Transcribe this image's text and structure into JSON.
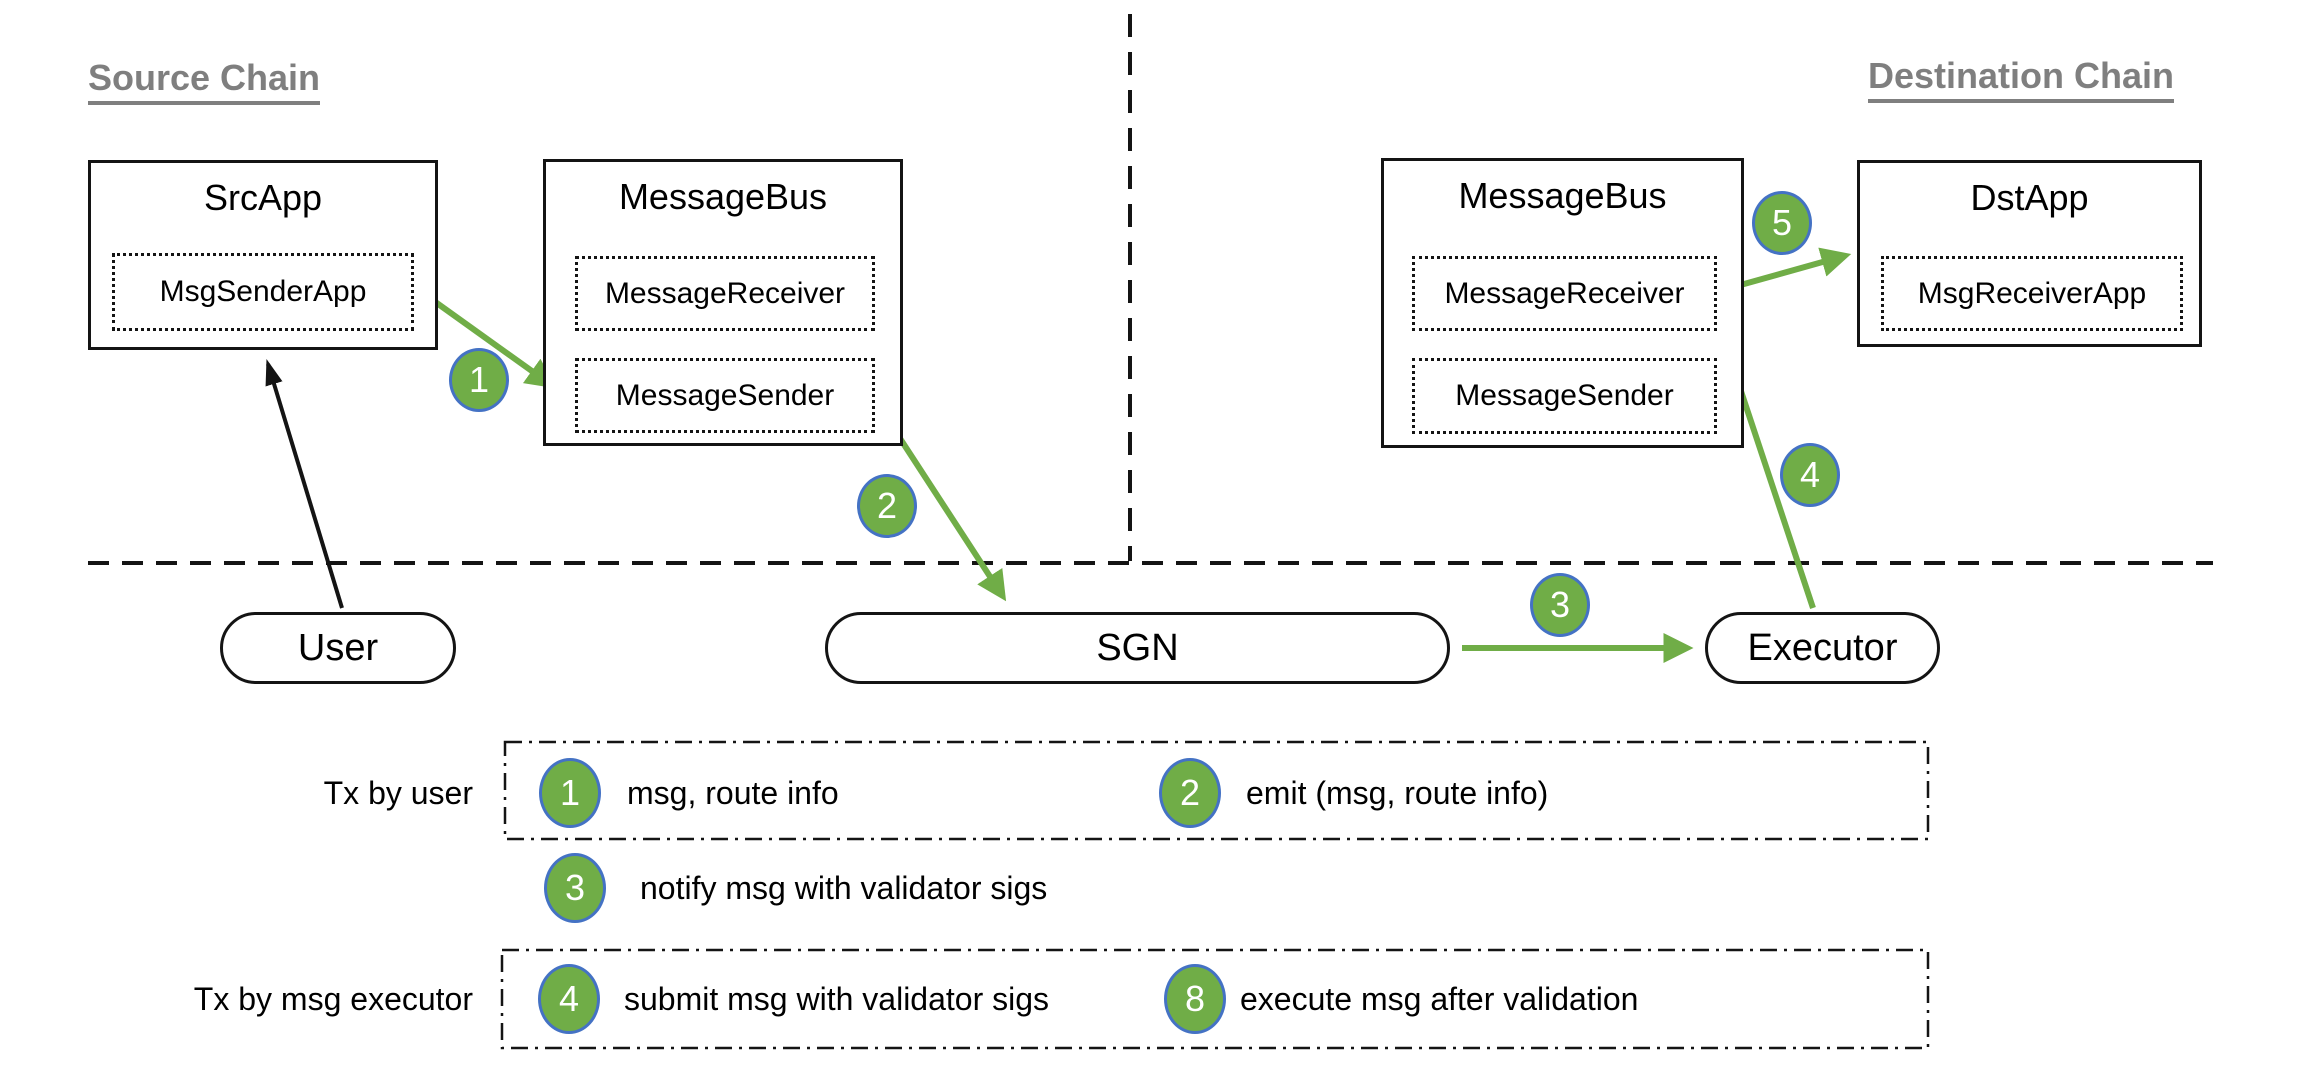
{
  "headers": {
    "source": "Source Chain",
    "destination": "Destination Chain"
  },
  "colors": {
    "step_green": "#70ad47",
    "badge_border_blue": "#4472c4",
    "header_gray": "#7f7f7f",
    "line_black": "#141414"
  },
  "boxes": {
    "src_app": {
      "title": "SrcApp",
      "children": [
        "MsgSenderApp"
      ]
    },
    "message_bus_src": {
      "title": "MessageBus",
      "children": [
        "MessageReceiver",
        "MessageSender"
      ]
    },
    "message_bus_dst": {
      "title": "MessageBus",
      "children": [
        "MessageReceiver",
        "MessageSender"
      ]
    },
    "dst_app": {
      "title": "DstApp",
      "children": [
        "MsgReceiverApp"
      ]
    }
  },
  "nodes": {
    "user": "User",
    "sgn": "SGN",
    "executor": "Executor"
  },
  "steps": [
    "1",
    "2",
    "3",
    "4",
    "5"
  ],
  "legend": {
    "row1_label": "Tx by user",
    "row2_label": "Tx by msg executor",
    "items": [
      {
        "num": "1",
        "text": "msg, route info"
      },
      {
        "num": "2",
        "text": "emit (msg, route info)"
      },
      {
        "num": "3",
        "text": "notify msg with validator sigs"
      },
      {
        "num": "4",
        "text": "submit msg with validator sigs"
      },
      {
        "num": "8",
        "text": "execute msg after validation"
      }
    ]
  }
}
